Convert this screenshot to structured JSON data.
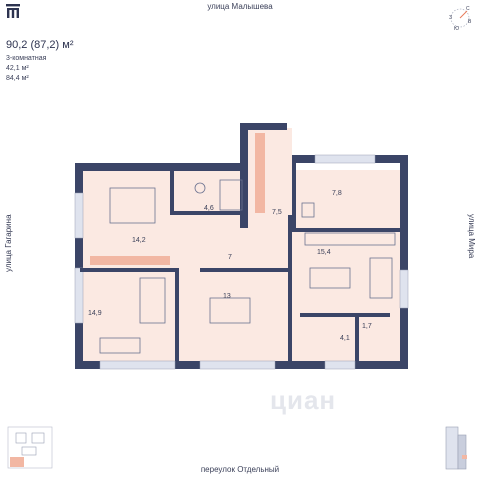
{
  "streets": {
    "top": "улица Малышева",
    "bottom": "переулок Отдельный",
    "left": "улица Гагарина",
    "right": "улица Мира"
  },
  "apartment": {
    "total_area": "90,2 (87,2) м²",
    "rooms": "3-комнатная",
    "living_area": "42,1 м²",
    "area_2": "84,4 м²"
  },
  "compass": {
    "north": "С",
    "south": "Ю",
    "west": "З",
    "east": "В"
  },
  "rooms": [
    {
      "id": "bedroom-1",
      "area": "14,2"
    },
    {
      "id": "bathroom-1",
      "area": "4,6"
    },
    {
      "id": "corridor",
      "area": "7,5"
    },
    {
      "id": "bathroom-2",
      "area": "7,8"
    },
    {
      "id": "hall",
      "area": "7"
    },
    {
      "id": "kitchen-living",
      "area": "15,4"
    },
    {
      "id": "bedroom-2",
      "area": "14,9"
    },
    {
      "id": "bedroom-3",
      "area": "13"
    },
    {
      "id": "storage",
      "area": "4,1"
    },
    {
      "id": "closet",
      "area": "1,7"
    }
  ],
  "watermark": "циан",
  "colors": {
    "wall": "#3b4567",
    "floor": "#fbe9e2",
    "accent": "#f2b7a3",
    "window": "#dfe3ee"
  }
}
